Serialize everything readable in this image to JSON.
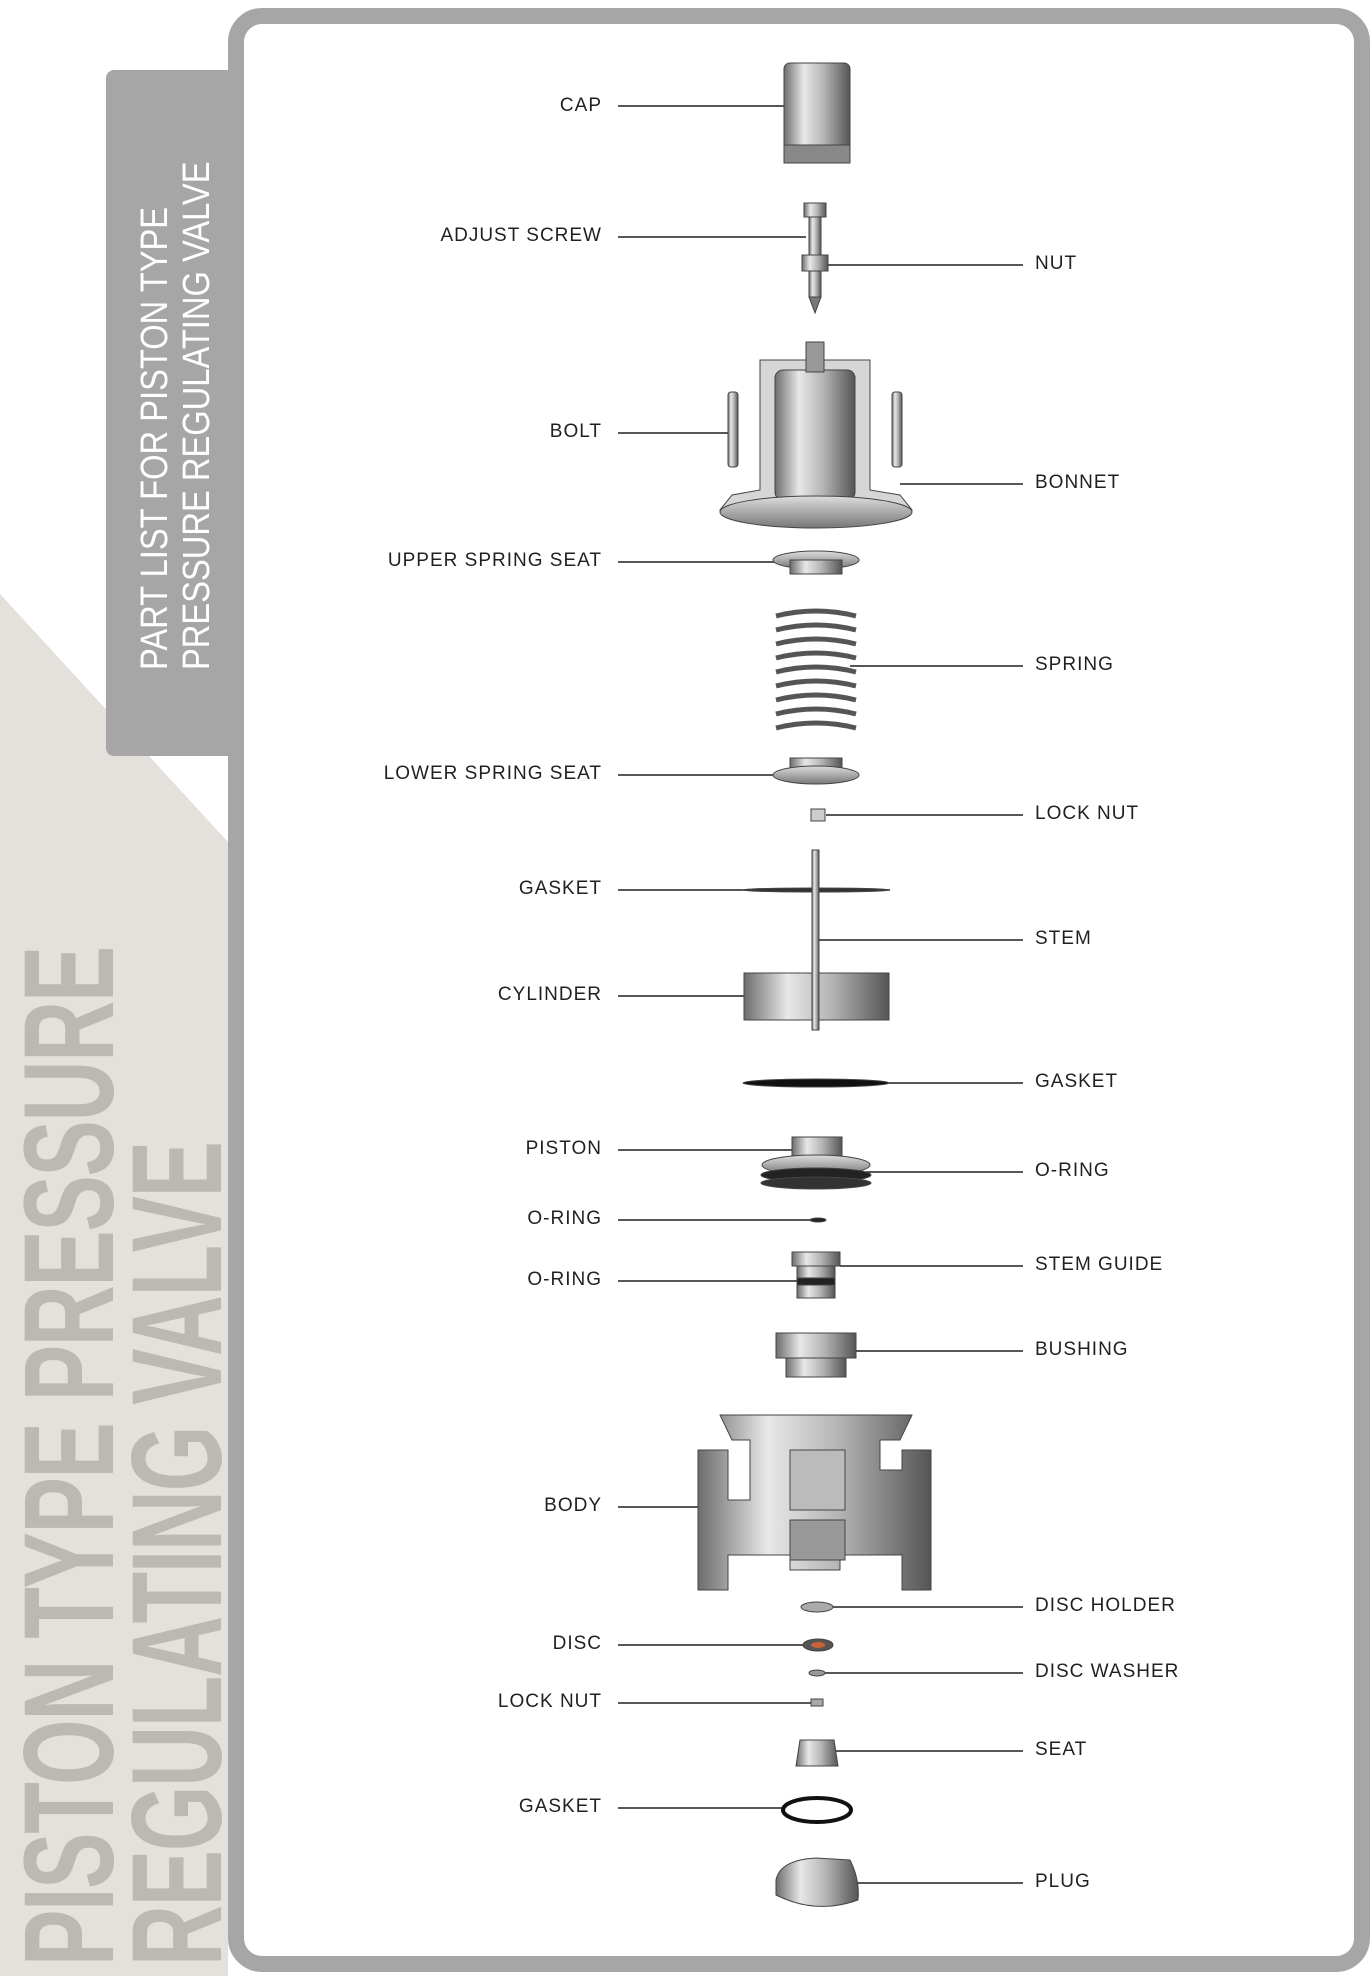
{
  "side_title": {
    "line1": "PISTON TYPE PRESSURE",
    "line2": "REGULATING VALVE"
  },
  "tab_title": {
    "line1": "PART LIST FOR PISTON TYPE",
    "line2": "PRESSURE REGULATING VALVE"
  },
  "left_labels": [
    "CAP",
    "ADJUST SCREW",
    "BOLT",
    "UPPER SPRING SEAT",
    "LOWER SPRING SEAT",
    "GASKET",
    "CYLINDER",
    "PISTON",
    "O-RING",
    "O-RING",
    "BODY",
    "DISC",
    "LOCK NUT",
    "GASKET"
  ],
  "right_labels": [
    "NUT",
    "BONNET",
    "SPRING",
    "LOCK NUT",
    "STEM",
    "GASKET",
    "O-RING",
    "STEM GUIDE",
    "BUSHING",
    "DISC HOLDER",
    "DISC WASHER",
    "SEAT",
    "PLUG"
  ],
  "colors": {
    "frame": "#a7a6a7",
    "background_triangle": "#e4e0dc",
    "side_text": "#bcb9b4",
    "disc_accent": "#c8643a"
  }
}
